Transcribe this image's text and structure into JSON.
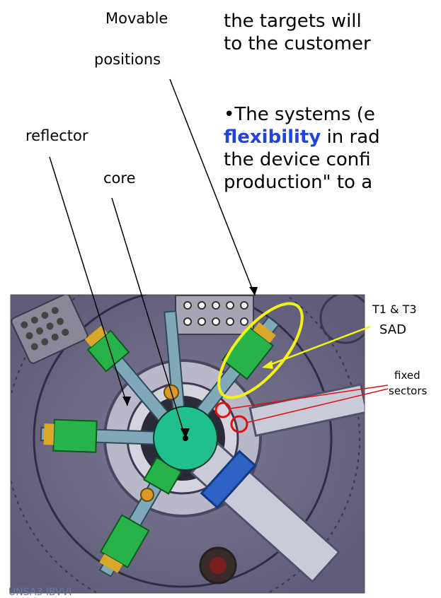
{
  "labels": {
    "movable": "Movable",
    "positions": "positions",
    "reflector": "reflector",
    "core": "core",
    "t1t3": "T1 & T3",
    "sad": "SAD",
    "fixed": "fixed",
    "sectors": "sectors"
  },
  "paragraph": {
    "line1": "the targets will",
    "line2": "to the customer",
    "bullet": "•The systems (e",
    "highlight": "flexibility",
    "line4_rest": " in rad",
    "line5": "the device confi",
    "line6": "production\" to a"
  },
  "footer": "UNSA3 IBVVI",
  "colors": {
    "background_panel": "#6e6a86",
    "core_disk": "#1fbf8e",
    "ellipse_outline": "#f2f21a",
    "fixed_sector_circles": "#e01010",
    "highlight_text": "#2244dd"
  }
}
